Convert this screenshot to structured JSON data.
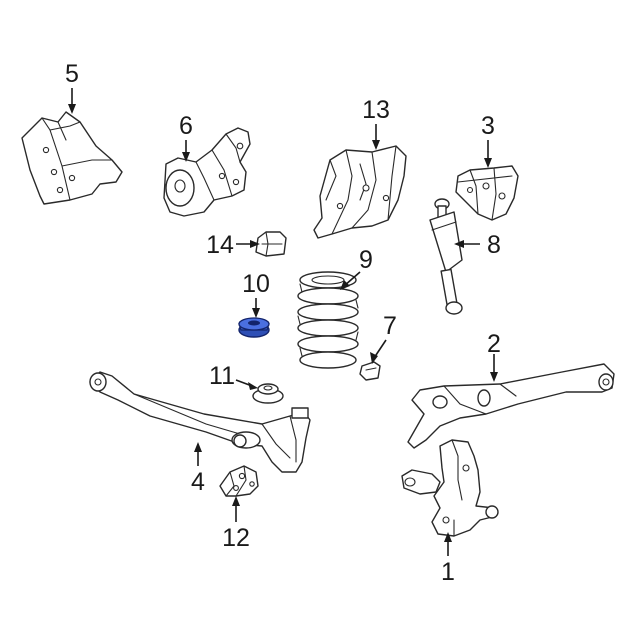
{
  "callouts": [
    {
      "id": "1",
      "part": "spindle"
    },
    {
      "id": "2",
      "part": "right axle beam"
    },
    {
      "id": "3",
      "part": "mounting bracket"
    },
    {
      "id": "4",
      "part": "left axle beam"
    },
    {
      "id": "5",
      "part": "mounting bracket"
    },
    {
      "id": "6",
      "part": "pivot bracket"
    },
    {
      "id": "7",
      "part": "spring insulator"
    },
    {
      "id": "8",
      "part": "shock absorber"
    },
    {
      "id": "9",
      "part": "coil spring"
    },
    {
      "id": "10",
      "part": "spring seat"
    },
    {
      "id": "11",
      "part": "spring seat"
    },
    {
      "id": "12",
      "part": "radius arm bracket"
    },
    {
      "id": "13",
      "part": "spring bracket"
    },
    {
      "id": "14",
      "part": "jounce bumper"
    }
  ],
  "colors": {
    "line": "#2a2a2a",
    "text": "#1a1a1a",
    "highlight": "#2e4fb5",
    "highlight_dark": "#13246b",
    "background": "#ffffff"
  },
  "highlighted_callout": "10"
}
